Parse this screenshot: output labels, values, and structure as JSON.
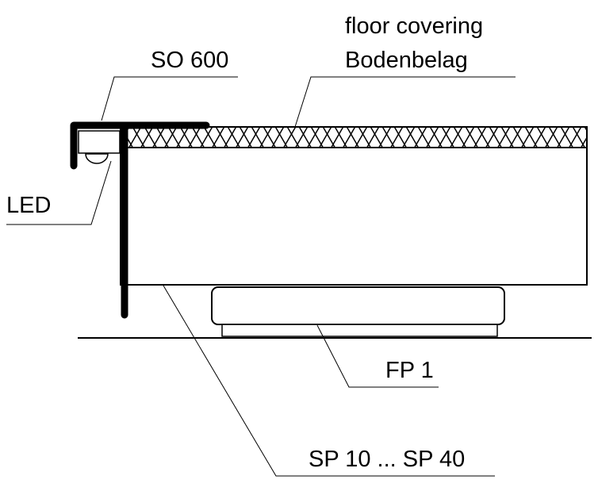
{
  "labels": {
    "floor_covering_en": "floor covering",
    "floor_covering_de": "Bodenbelag",
    "profile": "SO 600",
    "led": "LED",
    "foot_pad": "FP 1",
    "step_range": "SP 10 ... SP 40"
  },
  "colors": {
    "line": "#000000",
    "background": "#ffffff"
  }
}
